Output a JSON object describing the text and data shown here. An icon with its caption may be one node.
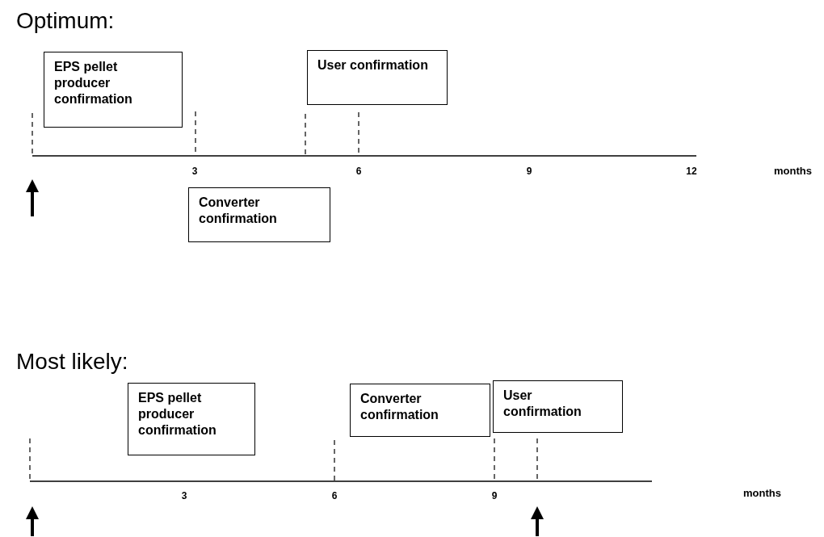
{
  "diagram": {
    "nodes": [
      {
        "text": [
          "EPS pellet producer confirmation"
        ]
      },
      {
        "text": [
          "User confirmation"
        ]
      },
      {
        "text": [
          "Converter confirmation"
        ]
      },
      {
        "text": [
          "EPS pellet producer confirmation"
        ]
      },
      {
        "text": [
          "Converter confirmation"
        ]
      },
      {
        "text": [
          "User confirmation"
        ]
      }
    ],
    "labels": [
      "Optimum:",
      "3",
      "6",
      "9",
      "12",
      "months",
      "Most likely:",
      "3",
      "6",
      "9",
      "months"
    ]
  }
}
